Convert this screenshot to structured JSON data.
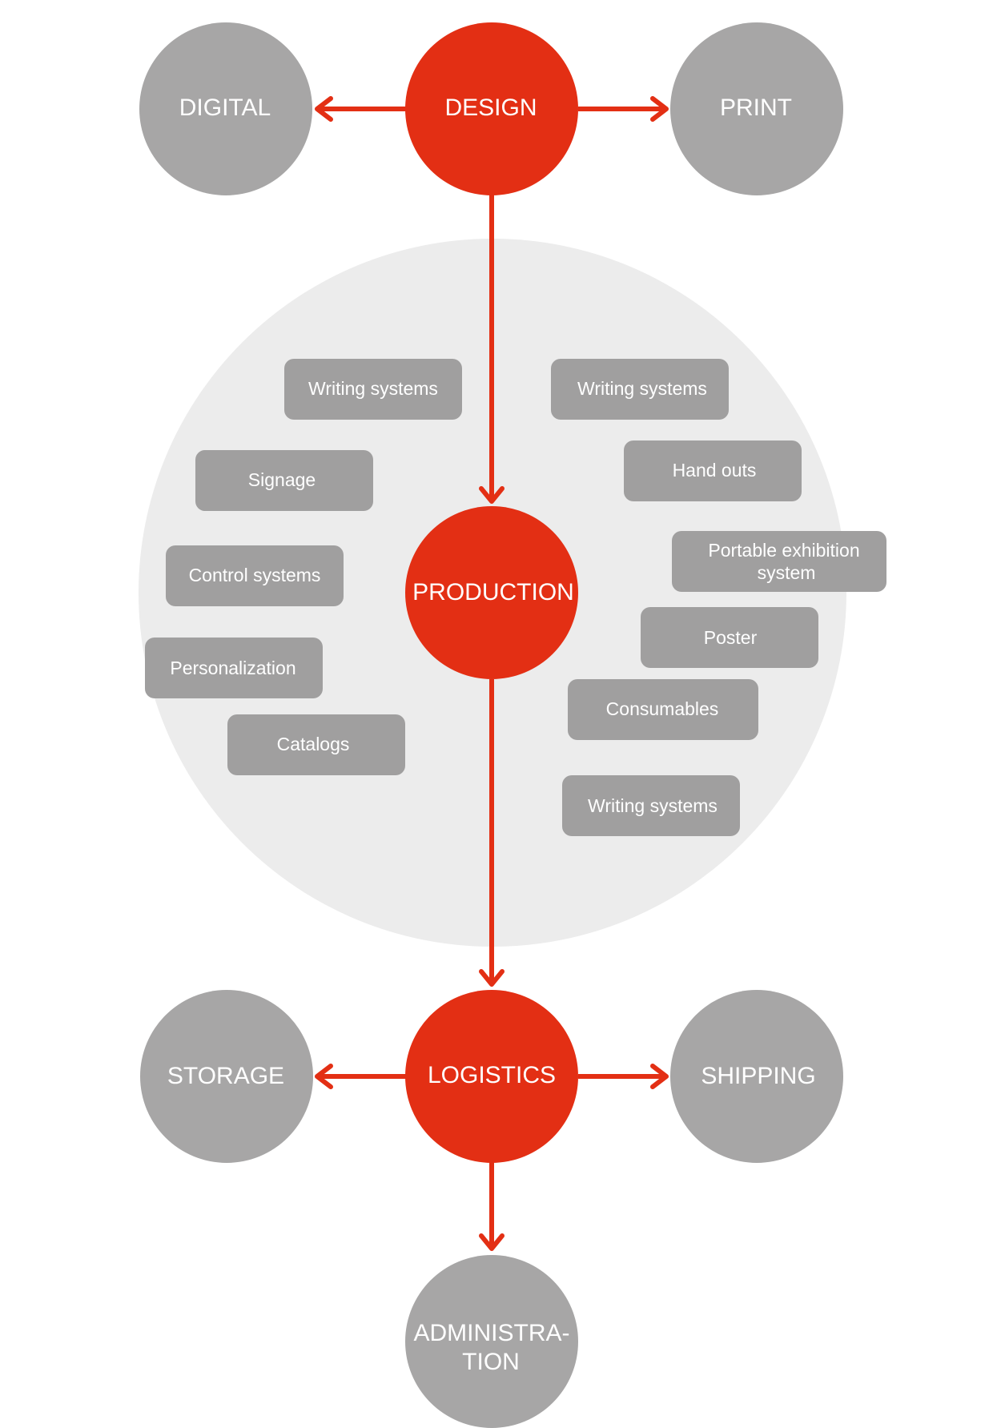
{
  "colors": {
    "accent": "#e32f14",
    "node_gray": "#a7a6a6",
    "chip_gray": "#9d9c9c",
    "production_area": "#ececec",
    "text": "#ffffff"
  },
  "main_nodes": {
    "design": "DESIGN",
    "production": "PRODUCTION",
    "logistics": "LOGISTICS"
  },
  "branch_nodes": {
    "digital": "DIGITAL",
    "print": "PRINT",
    "storage": "STORAGE",
    "shipping": "SHIPPING",
    "administration_line1": "ADMINISTRA-",
    "administration_line2": "TION"
  },
  "production_items": {
    "left": [
      "Writing systems",
      "Signage",
      "Control systems",
      "Personalization",
      "Catalogs"
    ],
    "right": [
      "Writing systems",
      "Hand outs",
      "Portable exhibition",
      "system",
      "Poster",
      "Consumables",
      "Writing systems"
    ]
  }
}
